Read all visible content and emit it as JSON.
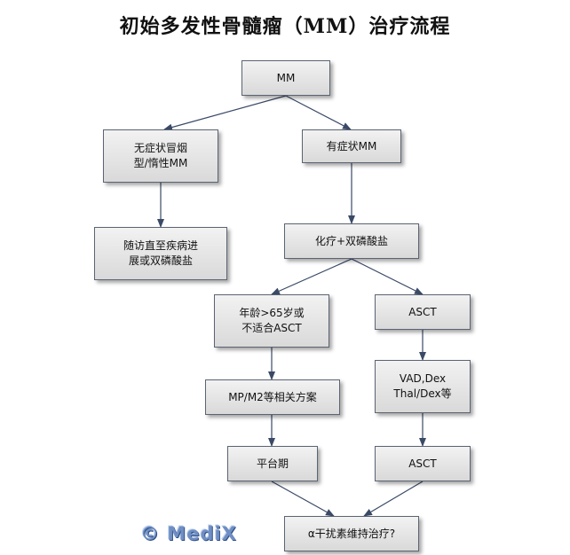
{
  "title": "初始多发性骨髓瘤（MM）治疗流程",
  "nodes": {
    "mm": "MM",
    "asymptomatic": "无症状冒烟\n型/惰性MM",
    "symptomatic": "有症状MM",
    "follow_up": "随访直至疾病进\n展或双磷酸盐",
    "chemo": "化疗+双磷酸盐",
    "age_over_65": "年龄>65岁或\n不适合ASCT",
    "asct_first": "ASCT",
    "mp_regimen": "MP/M2等相关方案",
    "vad_regimen": "VAD,Dex\nThal/Dex等",
    "plateau": "平台期",
    "asct_second": "ASCT",
    "alpha_interferon": "α干扰素维持治疗?"
  },
  "edges": [
    [
      "mm",
      "asymptomatic"
    ],
    [
      "mm",
      "symptomatic"
    ],
    [
      "asymptomatic",
      "follow_up"
    ],
    [
      "symptomatic",
      "chemo"
    ],
    [
      "chemo",
      "age_over_65"
    ],
    [
      "chemo",
      "asct_first"
    ],
    [
      "age_over_65",
      "mp_regimen"
    ],
    [
      "asct_first",
      "vad_regimen"
    ],
    [
      "mp_regimen",
      "plateau"
    ],
    [
      "vad_regimen",
      "asct_second"
    ],
    [
      "plateau",
      "alpha_interferon"
    ],
    [
      "asct_second",
      "alpha_interferon"
    ]
  ],
  "watermark": "© MediX",
  "colors": {
    "node_fill": "#e3e3e3",
    "node_border": "#5b6473",
    "arrow": "#3a4a66",
    "watermark": "#6f8fc4"
  }
}
